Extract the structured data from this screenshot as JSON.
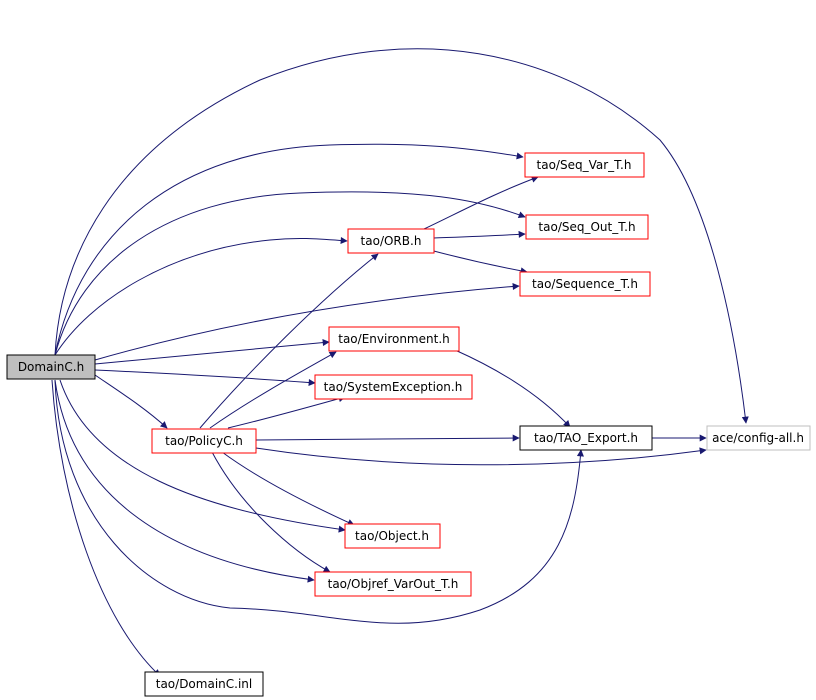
{
  "diagram": {
    "nodes": [
      {
        "id": "domainc_h",
        "label": "DomainC.h",
        "style": "root"
      },
      {
        "id": "seq_var_t",
        "label": "tao/Seq_Var_T.h",
        "style": "red"
      },
      {
        "id": "orb_h",
        "label": "tao/ORB.h",
        "style": "red"
      },
      {
        "id": "seq_out_t",
        "label": "tao/Seq_Out_T.h",
        "style": "red"
      },
      {
        "id": "sequence_t",
        "label": "tao/Sequence_T.h",
        "style": "red"
      },
      {
        "id": "environment_h",
        "label": "tao/Environment.h",
        "style": "red"
      },
      {
        "id": "systemexception_h",
        "label": "tao/SystemException.h",
        "style": "red"
      },
      {
        "id": "policyc_h",
        "label": "tao/PolicyC.h",
        "style": "red"
      },
      {
        "id": "tao_export_h",
        "label": "tao/TAO_Export.h",
        "style": "black"
      },
      {
        "id": "config_all_h",
        "label": "ace/config-all.h",
        "style": "grey"
      },
      {
        "id": "object_h",
        "label": "tao/Object.h",
        "style": "red"
      },
      {
        "id": "objref_varout_t",
        "label": "tao/Objref_VarOut_T.h",
        "style": "red"
      },
      {
        "id": "domainc_inl",
        "label": "tao/DomainC.inl",
        "style": "black"
      }
    ],
    "colors": {
      "edge": "#191970",
      "root_fill": "#bfbfbf",
      "red_border": "#ff0000",
      "grey_border": "#bfbfbf",
      "black_border": "#000000"
    }
  }
}
